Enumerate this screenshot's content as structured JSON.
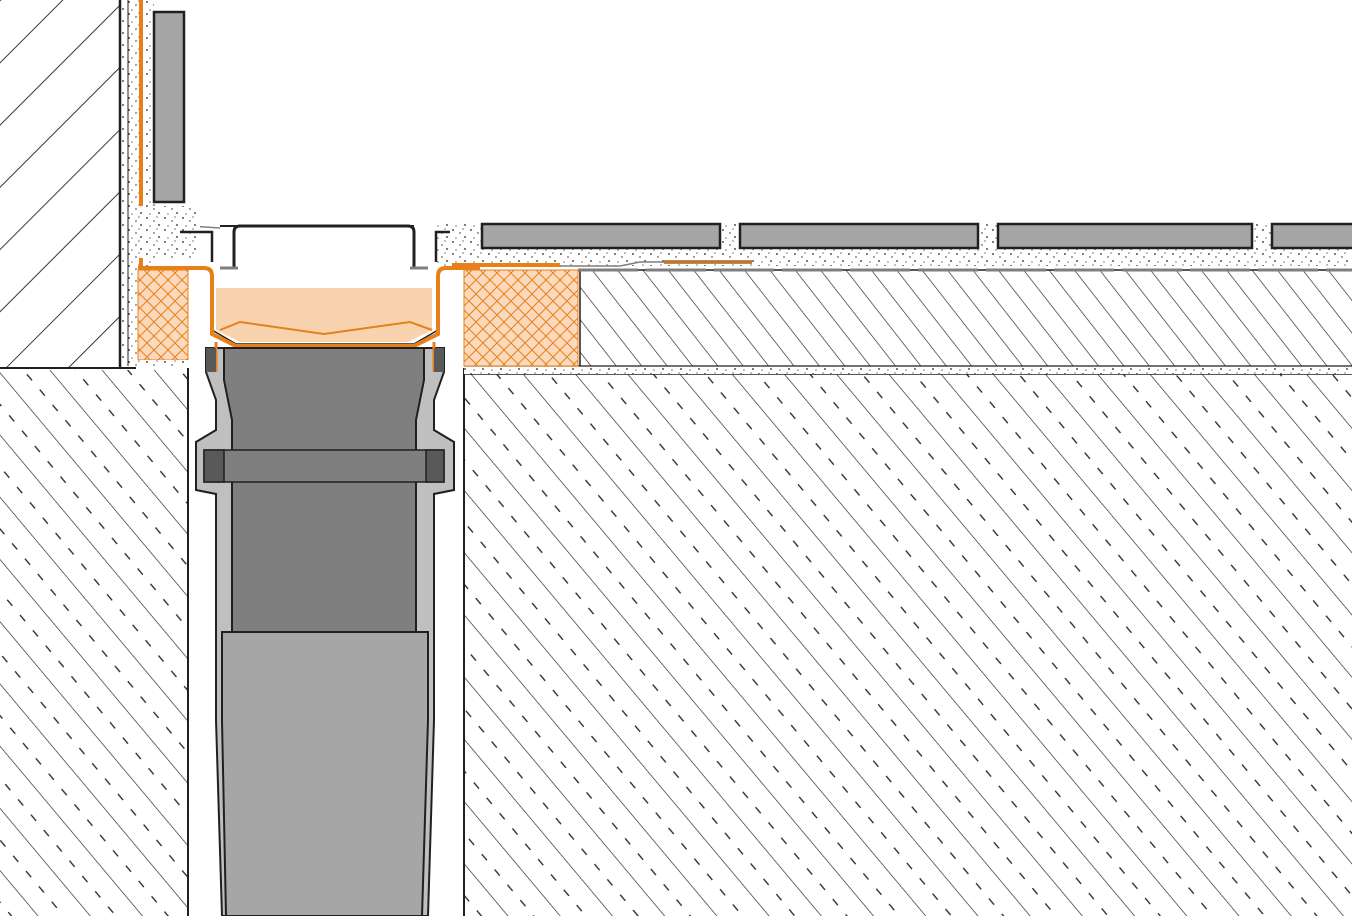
{
  "diagram": {
    "kind": "technical cross-section",
    "labels": [],
    "colors": {
      "background": "#ffffff",
      "outline": "#231f20",
      "membrane_orange": "#e8801a",
      "insulation_fill": "#fbd9bd",
      "insulation_hatch": "#e8801a",
      "drain_body_fill": "#f9d3ad",
      "tile_gray": "#a6a6a6",
      "pipe_dark": "#7f7f7f",
      "pipe_light": "#a6a6a6",
      "pipe_wall": "#595959",
      "hatch_line": "#231f20"
    },
    "layers": [
      "wall-masonry",
      "wall-tile",
      "floor-tiles",
      "adhesive-mortar",
      "waterproofing-membrane",
      "insulation-board",
      "screed",
      "concrete-slab",
      "floor-drain",
      "drain-pipe"
    ]
  }
}
